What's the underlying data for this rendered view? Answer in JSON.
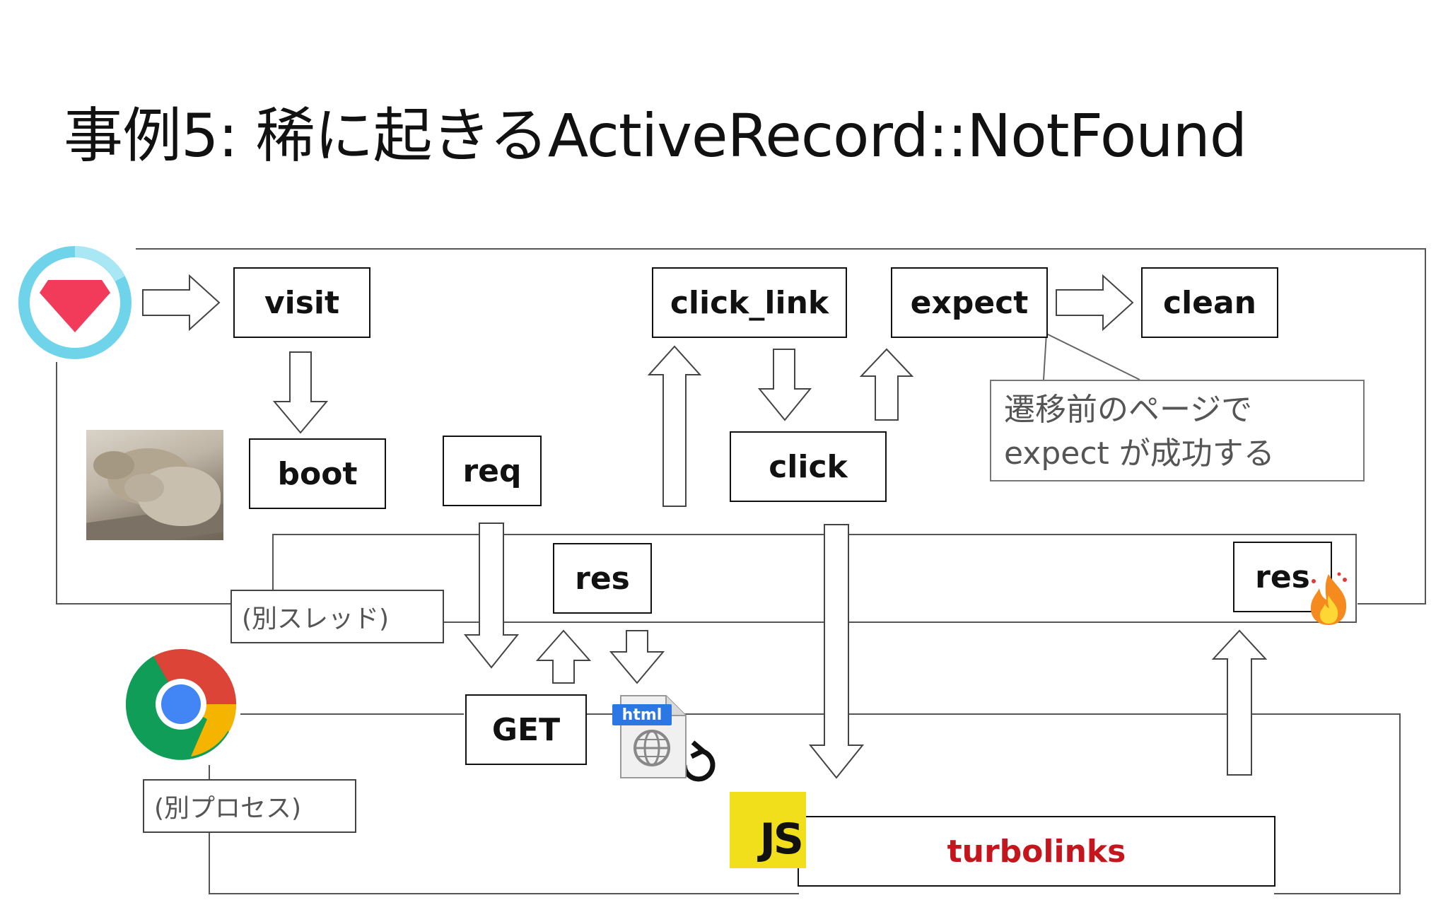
{
  "slide": {
    "title": "事例5: 稀に起きるActiveRecord::NotFound"
  },
  "boxes": {
    "visit": "visit",
    "click_link": "click_link",
    "expect": "expect",
    "clean": "clean",
    "boot": "boot",
    "req": "req",
    "click": "click",
    "res_server": "res",
    "res_error": "res",
    "get": "GET"
  },
  "labels": {
    "thread": "(別スレッド)",
    "process": "(別プロセス)"
  },
  "note": {
    "line1": "遷移前のページで",
    "line2": "expect が成功する"
  },
  "logos": {
    "js": "JS",
    "html": "html",
    "turbolinks": "turbolinks"
  },
  "icons": [
    "rspec-logo-icon",
    "capybara-photo",
    "chrome-logo-icon",
    "html-file-icon",
    "reload-icon",
    "fire-icon"
  ],
  "colors": {
    "ruby_red": "#f23a5a",
    "rspec_ring": "#6fd3ea",
    "js_yellow": "#f2df1b",
    "turbolinks_red": "#c4161c",
    "html_blue": "#2b78e4"
  }
}
